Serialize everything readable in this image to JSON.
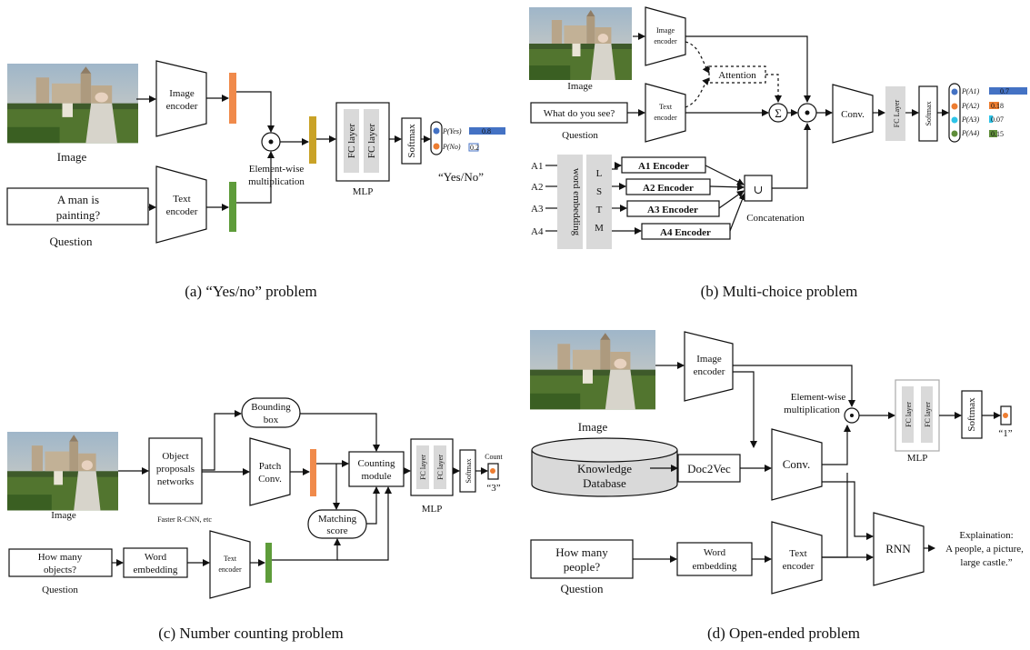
{
  "colors": {
    "bar_blue": "#4472c4",
    "bar_orange": "#ed7d31",
    "bar_cyan": "#2ec4e8",
    "bar_green": "#5f8d3a",
    "feature_orange": "#f08a4b",
    "feature_green": "#5e9c3a",
    "feature_gold": "#c9a227",
    "layer_gray": "#d9d9d9"
  },
  "a": {
    "caption": "(a)  “Yes/no” problem",
    "image_label": "Image",
    "image_encoder": [
      "Image",
      "encoder"
    ],
    "text_encoder": [
      "Text",
      "encoder"
    ],
    "question": [
      "A man is",
      "painting?"
    ],
    "question_label": "Question",
    "elementwise": [
      "Element-wise",
      "multiplication"
    ],
    "fc1": "FC layer",
    "fc2": "FC layer",
    "mlp": "MLP",
    "softmax": "Softmax",
    "p_yes": "P(Yes)",
    "p_no": "P(No)",
    "v_yes": "0.8",
    "v_no": "0.2",
    "output": "“Yes/No”"
  },
  "b": {
    "caption": "(b)  Multi-choice problem",
    "image_label": "Image",
    "image_encoder": [
      "Image",
      "encoder"
    ],
    "text_encoder": [
      "Text",
      "encoder"
    ],
    "attention": "Attention",
    "question": "What do you see?",
    "question_label": "Question",
    "conv": "Conv.",
    "fc": "FC Layer",
    "softmax": "Softmax",
    "answers": [
      "A1",
      "A2",
      "A3",
      "A4"
    ],
    "word_embedding": "word embedding",
    "lstm": [
      "L",
      "S",
      "T",
      "M"
    ],
    "encoders": [
      "A1 Encoder",
      "A2 Encoder",
      "A3 Encoder",
      "A4 Encoder"
    ],
    "concat": "Concatenation",
    "probs": [
      "P(A1)",
      "P(A2)",
      "P(A3)",
      "P(A4)"
    ],
    "values": [
      "0.7",
      "0.18",
      "0.07",
      "0.15"
    ]
  },
  "c": {
    "caption": "(c)  Number counting problem",
    "image_label": "Image",
    "proposals": [
      "Object",
      "proposals",
      "networks"
    ],
    "faster": "Faster R-CNN, etc",
    "bbox": [
      "Bounding",
      "box"
    ],
    "patch": [
      "Patch",
      "Conv."
    ],
    "counting": [
      "Counting",
      "module"
    ],
    "matching": [
      "Matching",
      "score"
    ],
    "fc1": "FC layer",
    "fc2": "FC layer",
    "mlp": "MLP",
    "softmax": "Softmax",
    "count": "Count",
    "output": "“3”",
    "question": [
      "How many",
      "objects?"
    ],
    "question_label": "Question",
    "word_embedding": [
      "Word",
      "embedding"
    ],
    "text_encoder": [
      "Text",
      "encoder"
    ]
  },
  "d": {
    "caption": "(d)  Open-ended problem",
    "image_label": "Image",
    "image_encoder": [
      "Image",
      "encoder"
    ],
    "knowledge": [
      "Knowledge",
      "Database"
    ],
    "doc2vec": "Doc2Vec",
    "conv": "Conv.",
    "elementwise": [
      "Element-wise",
      "multiplication"
    ],
    "fc1": "FC layer",
    "fc2": "FC layer",
    "mlp": "MLP",
    "softmax": "Softmax",
    "output": "“1”",
    "question": [
      "How many",
      "people?"
    ],
    "question_label": "Question",
    "word_embedding": [
      "Word",
      "embedding"
    ],
    "text_encoder": [
      "Text",
      "encoder"
    ],
    "rnn": "RNN",
    "explanation": [
      "Explaination:",
      "A people, a picture,",
      "large castle.”"
    ]
  }
}
